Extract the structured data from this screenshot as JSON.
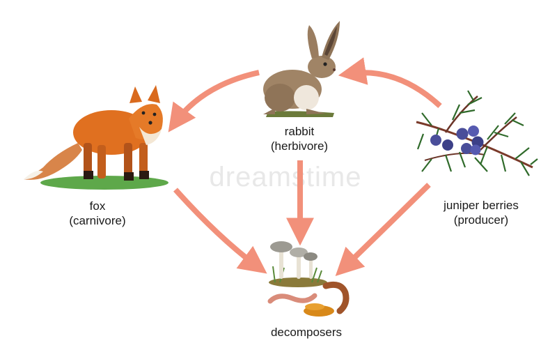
{
  "nodes": {
    "rabbit": {
      "name": "rabbit",
      "role": "(herbivore)"
    },
    "fox": {
      "name": "fox",
      "role": "(carnivore)"
    },
    "juniper": {
      "name": "juniper berries",
      "role": "(producer)"
    },
    "decomposers": {
      "name": "decomposers"
    }
  },
  "edges": [
    {
      "from": "juniper",
      "to": "rabbit"
    },
    {
      "from": "rabbit",
      "to": "fox"
    },
    {
      "from": "rabbit",
      "to": "decomposers"
    },
    {
      "from": "fox",
      "to": "decomposers"
    },
    {
      "from": "juniper",
      "to": "decomposers"
    }
  ],
  "colors": {
    "arrow": "#f2907a",
    "fox": "#e07020",
    "rabbit": "#a08466",
    "berry": "#4a4e9a",
    "leaf": "#2f6a2a"
  },
  "watermark": "dreamstime"
}
